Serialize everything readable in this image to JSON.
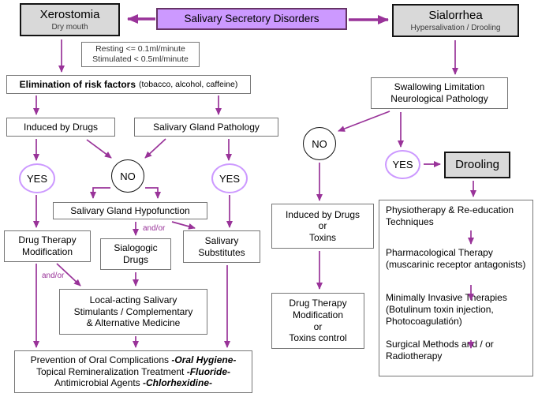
{
  "palette": {
    "accent_fill": "#cc99ff",
    "accent_border": "#663366",
    "arrow_color": "#993399",
    "gray_fill": "#d9d9d9",
    "box_border": "#767676"
  },
  "top": {
    "xerostomia_title": "Xerostomia",
    "xerostomia_subtitle": "Dry mouth",
    "root_label": "Salivary Secretory Disorders",
    "sialorrhea_title": "Sialorrhea",
    "sialorrhea_subtitle": "Hypersalivation / Drooling"
  },
  "left_branch": {
    "criteria_line1": "Resting <= 0.1ml/minute",
    "criteria_line2": "Stimulated < 0.5ml/minute",
    "elimination_main": "Elimination of risk factors",
    "elimination_note": "(tobacco, alcohol, caffeine)",
    "induced_by_drugs": "Induced by Drugs",
    "gland_pathology": "Salivary Gland Pathology",
    "yes_label": "YES",
    "no_label": "NO",
    "hypofunction": "Salivary Gland Hypofunction",
    "drug_therapy_line1": "Drug Therapy",
    "drug_therapy_line2": "Modification",
    "sialogogic_line1": "Sialogogic",
    "sialogogic_line2": "Drugs",
    "substitutes_line1": "Salivary",
    "substitutes_line2": "Substitutes",
    "andor": "and/or",
    "local_acting_line1": "Local-acting Salivary",
    "local_acting_line2": "Stimulants / Complementary",
    "local_acting_line3": "& Alternative Medicine",
    "prevention_line1_normal": "Prevention of Oral Complications ",
    "prevention_line1_em": "-Oral Hygiene-",
    "prevention_line2_normal": "Topical Remineralization Treatment ",
    "prevention_line2_em": "-Fluoride-",
    "prevention_line3_normal": "Antimicrobial Agents ",
    "prevention_line3_em": "-Chlorhexidine-"
  },
  "right_branch": {
    "swallowing_line1": "Swallowing Limitation",
    "swallowing_line2": "Neurological Pathology",
    "no_label": "NO",
    "yes_label": "YES",
    "drooling": "Drooling",
    "induced_line1": "Induced by Drugs",
    "induced_line2": "or",
    "induced_line3": "Toxins",
    "control_line1": "Drug Therapy",
    "control_line2": "Modification",
    "control_line3": "or",
    "control_line4": "Toxins control",
    "treatment1": "Physiotherapy & Re-education Techniques",
    "treatment2": "Pharmacological Therapy (muscarinic receptor antagonists)",
    "treatment3": "Minimally Invasive Therapies (Botulinum toxin injection, Photocoagulatión)",
    "treatment4": "Surgical Methods and / or Radiotherapy"
  }
}
